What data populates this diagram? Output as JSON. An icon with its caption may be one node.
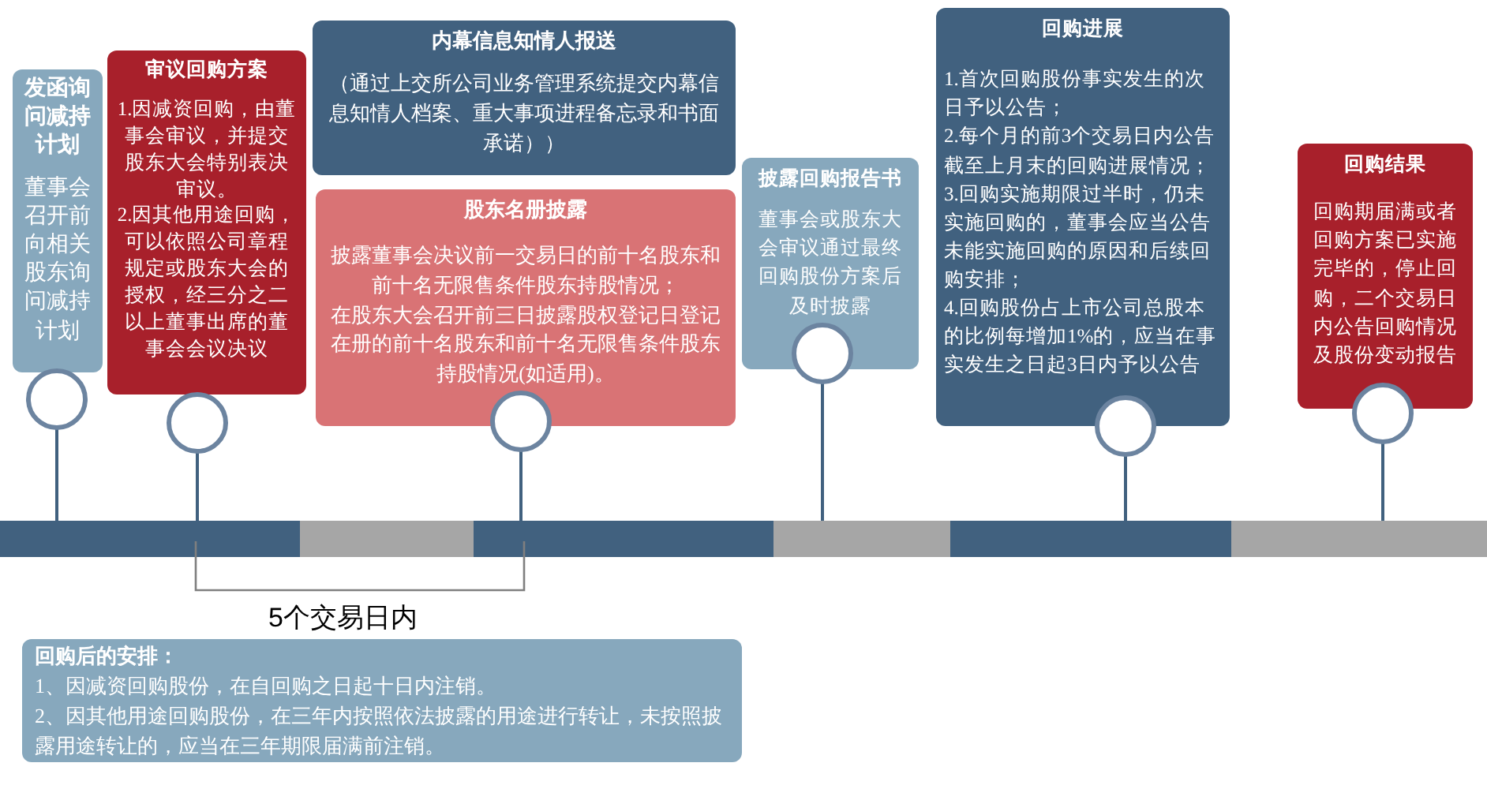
{
  "diagram": {
    "nodes": [
      {
        "text": [
          "发函询问减持计划",
          "董事会召开前向相关股东询问减持计划"
        ]
      },
      {
        "text": [
          "审议回购方案",
          "1.因减资回购，由董事会审议，并提交股东大会特别表决审议。",
          "2.因其他用途回购，可以依照公司章程规定或股东大会的授权，经三分之二以上董事出席的董事会会议决议"
        ]
      },
      {
        "text": [
          "内幕信息知情人报送",
          "（通过上交所公司业务管理系统提交内幕信息知情人档案、重大事项进程备忘录和书面承诺））"
        ]
      },
      {
        "text": [
          "股东名册披露",
          "披露董事会决议前一交易日的前十名股东和前十名无限售条件股东持股情况；",
          "在股东大会召开前三日披露股权登记日登记在册的前十名股东和前十名无限售条件股东持股情况(如适用)。"
        ]
      },
      {
        "text": [
          "披露回购报告书",
          "董事会或股东大会审议通过最终回购股份方案后及时披露"
        ]
      },
      {
        "text": [
          "回购进展",
          "1.首次回购股份事实发生的次日予以公告；",
          "2.每个月的前3个交易日内公告截至上月末的回购进展情况；",
          "3.回购实施期限过半时，仍未实施回购的，董事会应当公告未能实施回购的原因和后续回购安排；",
          "4.回购股份占上市公司总股本的比例每增加1%的，应当在事实发生之日起3日内予以公告"
        ]
      },
      {
        "text": [
          "回购结果",
          "回购期届满或者回购方案已实施完毕的，停止回购，二个交易日内公告回购情况及股份变动报告"
        ]
      },
      {
        "text": [
          "回购后的安排：",
          "1、因减资回购股份，在自回购之日起十日内注销。",
          "2、因其他用途回购股份，在三年内按照依法披露的用途进行转让，未按照披露用途转让的，应当在三年期限届满前注销。"
        ]
      }
    ],
    "labels": [
      "5个交易日内"
    ]
  }
}
